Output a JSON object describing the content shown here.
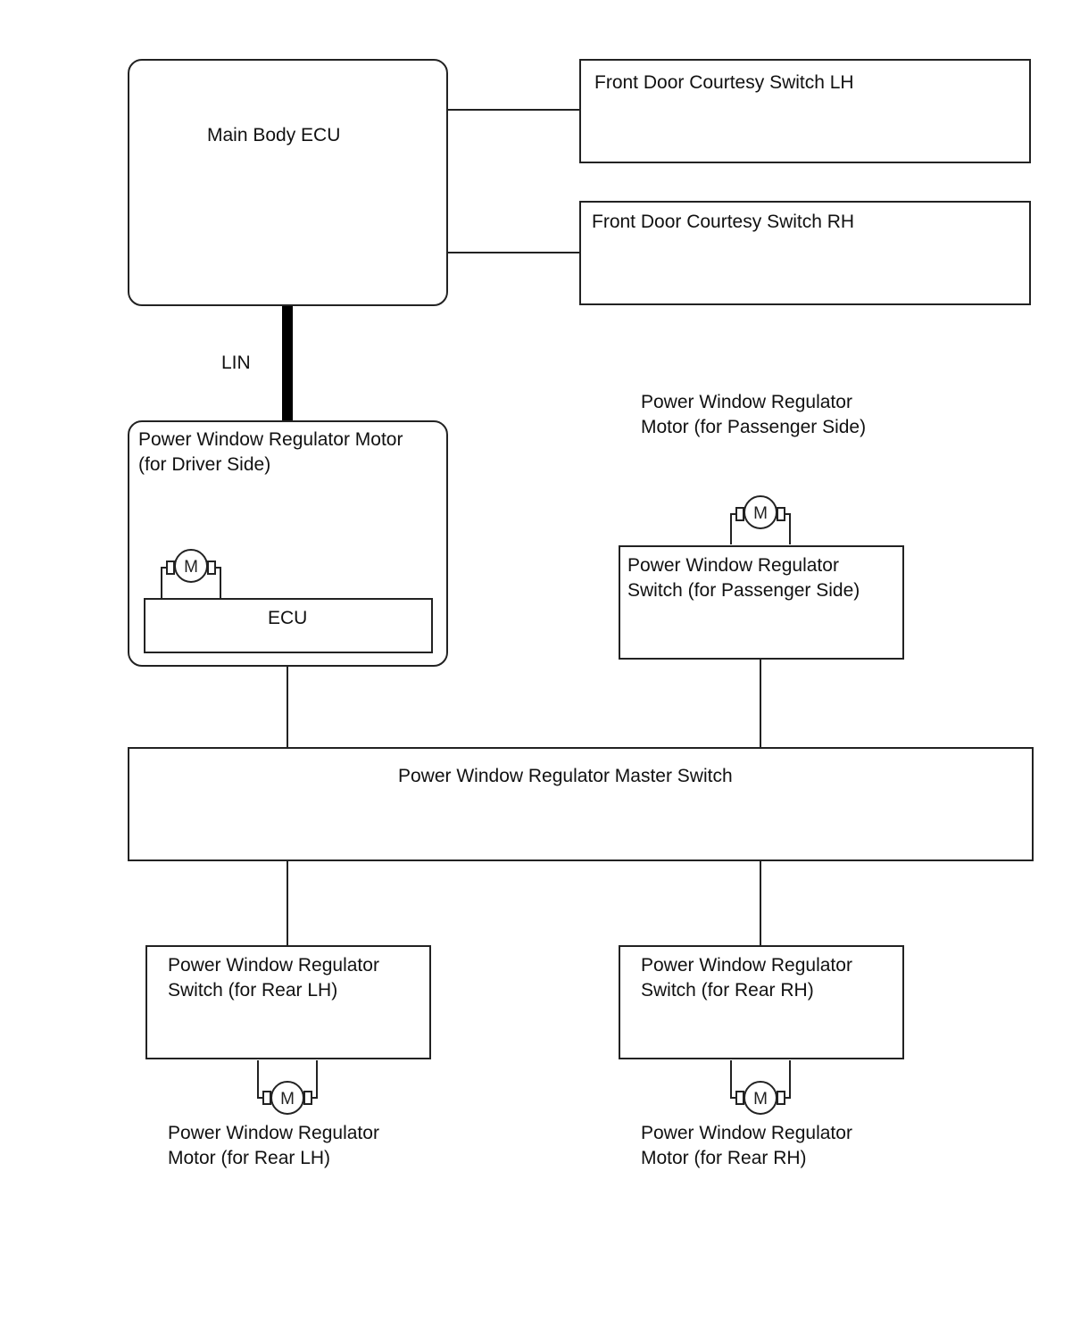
{
  "diagram": {
    "main_body_ecu": "Main Body ECU",
    "courtesy_lh": "Front Door Courtesy Switch LH",
    "courtesy_rh": "Front Door Courtesy Switch RH",
    "lin": "LIN",
    "driver_motor": {
      "line1": "Power Window Regulator Motor",
      "line2": "(for Driver Side)"
    },
    "driver_ecu": "ECU",
    "passenger_motor": {
      "line1": "Power Window Regulator",
      "line2": "Motor (for Passenger Side)"
    },
    "passenger_switch": {
      "line1": "Power Window Regulator",
      "line2": "Switch (for Passenger Side)"
    },
    "master_switch": "Power Window Regulator Master Switch",
    "rear_lh_switch": {
      "line1": "Power Window Regulator",
      "line2": "Switch (for Rear LH)"
    },
    "rear_rh_switch": {
      "line1": "Power Window Regulator",
      "line2": "Switch (for Rear RH)"
    },
    "rear_lh_motor": {
      "line1": "Power Window Regulator",
      "line2": "Motor (for Rear LH)"
    },
    "rear_rh_motor": {
      "line1": "Power Window Regulator",
      "line2": "Motor (for Rear RH)"
    },
    "motor_symbol": "M",
    "icons": {
      "motor": "motor-icon"
    }
  }
}
